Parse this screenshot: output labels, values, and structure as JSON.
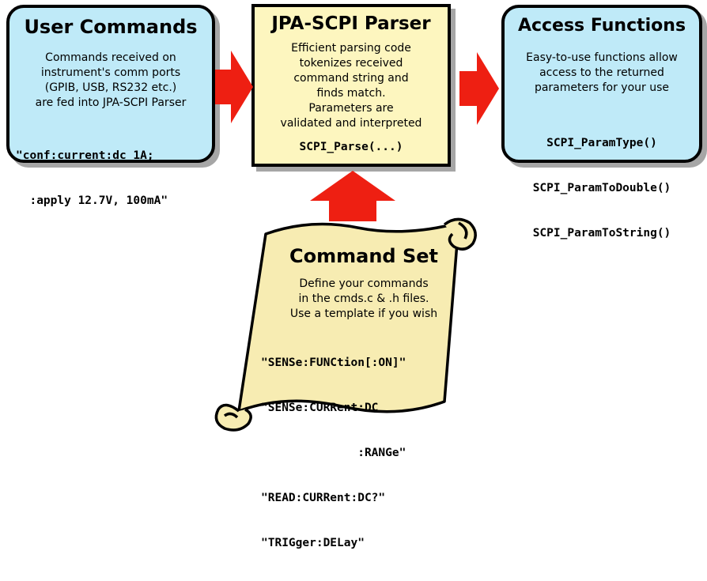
{
  "user_commands": {
    "title": "User Commands",
    "desc_lines": [
      "Commands received on",
      "instrument's comm ports",
      "(GPIB, USB, RS232 etc.)",
      "are fed into JPA-SCPI Parser"
    ],
    "code_lines": [
      "\"conf:current:dc 1A;",
      "  :apply 12.7V, 100mA\""
    ]
  },
  "parser": {
    "title": "JPA-SCPI Parser",
    "desc_lines": [
      "Efficient parsing code",
      "tokenizes received",
      "command string and",
      "finds match.",
      "Parameters are",
      "validated and interpreted"
    ],
    "code": "SCPI_Parse(...)"
  },
  "access_functions": {
    "title": "Access Functions",
    "desc_lines": [
      "Easy-to-use functions allow",
      "access to the returned",
      "parameters for your use"
    ],
    "code_lines": [
      "SCPI_ParamType()",
      "SCPI_ParamToDouble()",
      "SCPI_ParamToString()"
    ]
  },
  "command_set": {
    "title": "Command Set",
    "desc_lines": [
      "Define your commands",
      "in the cmds.c & .h files.",
      "Use a template if you wish"
    ],
    "code_lines": [
      "\"SENSe:FUNCtion[:ON]\"",
      "\"SENSe:CURRent:DC",
      "              :RANGe\"",
      "\"READ:CURRent:DC?\"",
      "\"TRIGger:DELay\""
    ]
  },
  "colors": {
    "blue_box": "#bfeaf8",
    "yellow_box": "#fdf6bf",
    "scroll": "#f7ecb2",
    "arrow": "#ee1f12",
    "border": "#000000"
  }
}
